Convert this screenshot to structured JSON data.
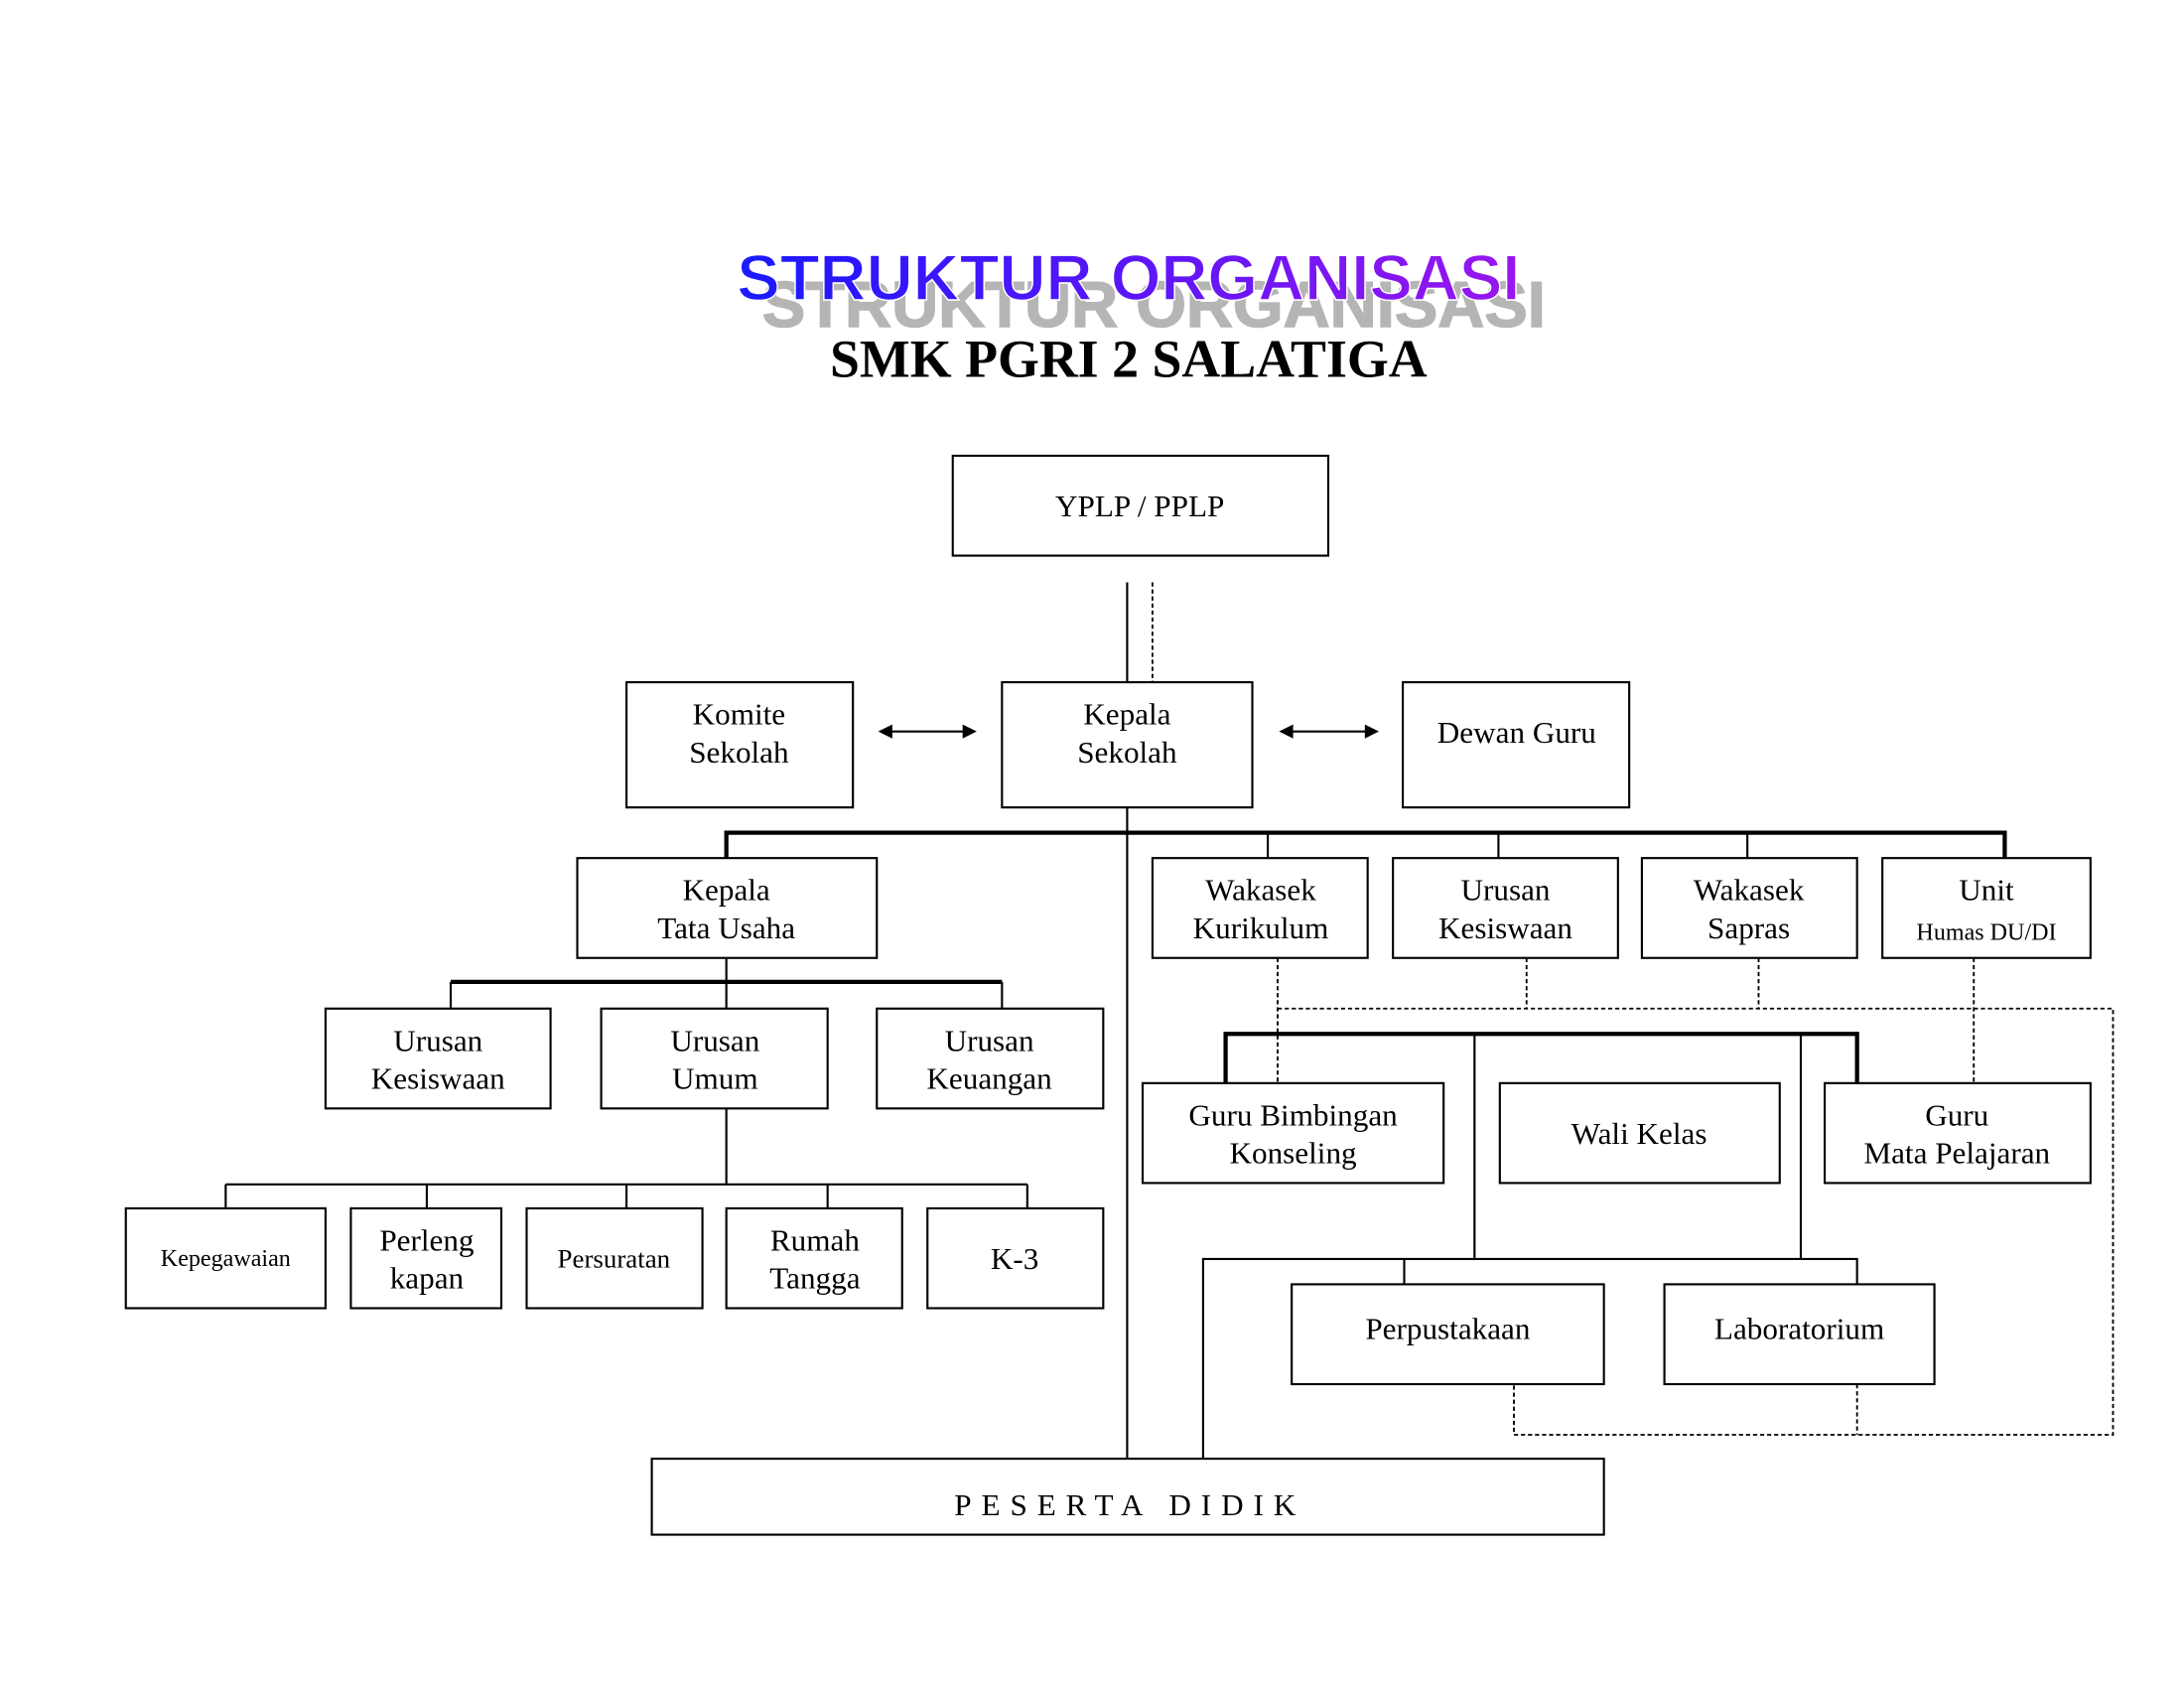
{
  "title": "STRUKTUR ORGANISASI",
  "subtitle": "SMK PGRI 2 SALATIGA",
  "colors": {
    "title_start": "#1a1aff",
    "title_end": "#9a12ee",
    "shadow": "#b5b5b5"
  },
  "nodes": {
    "yplp": [
      "YPLP / PPLP"
    ],
    "komite": [
      "Komite",
      "Sekolah"
    ],
    "kepala_sekolah": [
      "Kepala",
      "Sekolah"
    ],
    "dewan_guru": [
      "Dewan Guru"
    ],
    "kepala_tu": [
      "Kepala",
      "Tata Usaha"
    ],
    "wakasek_kurikulum": [
      "Wakasek",
      "Kurikulum"
    ],
    "urusan_kesiswaan_top": [
      "Urusan",
      "Kesiswaan"
    ],
    "wakasek_sapras": [
      "Wakasek",
      "Sapras"
    ],
    "unit_humas": [
      "Unit",
      "Humas DU/DI"
    ],
    "urusan_kesiswaan": [
      "Urusan",
      "Kesiswaan"
    ],
    "urusan_umum": [
      "Urusan",
      "Umum"
    ],
    "urusan_keuangan": [
      "Urusan",
      "Keuangan"
    ],
    "kepegawaian": [
      "Kepegawaian"
    ],
    "perlengkapan": [
      "Perleng",
      "kapan"
    ],
    "persuratan": [
      "Persuratan"
    ],
    "rumah_tangga": [
      "Rumah",
      "Tangga"
    ],
    "k3": [
      "K-3"
    ],
    "guru_bk": [
      "Guru Bimbingan",
      "Konseling"
    ],
    "wali_kelas": [
      "Wali Kelas"
    ],
    "guru_mapel": [
      "Guru",
      "Mata Pelajaran"
    ],
    "perpustakaan": [
      "Perpustakaan"
    ],
    "laboratorium": [
      "Laboratorium"
    ],
    "peserta_didik": [
      "PESERTA DIDIK"
    ]
  }
}
